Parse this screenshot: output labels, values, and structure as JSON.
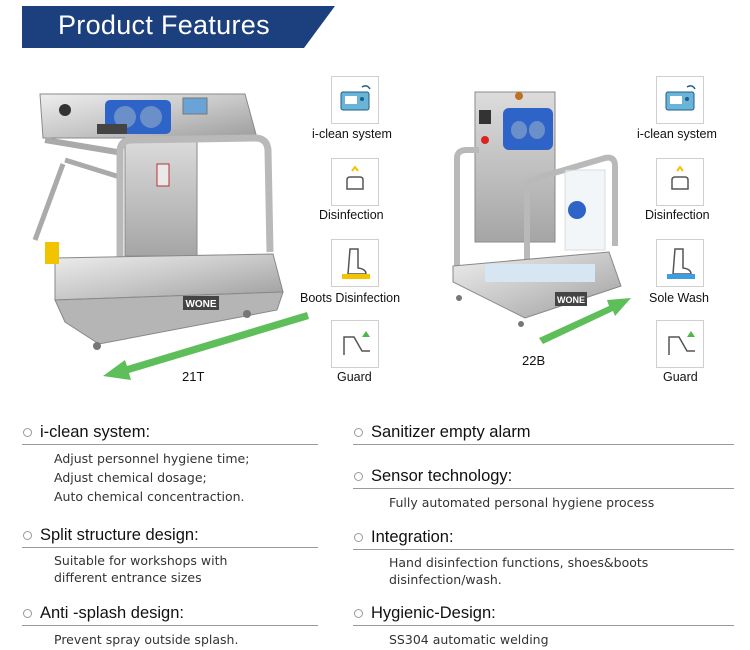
{
  "banner": {
    "title": "Product Features"
  },
  "models": {
    "left": "21T",
    "right": "22B"
  },
  "brand": {
    "left": "WONE",
    "right": "WONE"
  },
  "left_features": [
    {
      "label": "i-clean system",
      "icon": "control-panel-icon"
    },
    {
      "label": "Disinfection",
      "icon": "hand-spray-icon"
    },
    {
      "label": "Boots Disinfection",
      "icon": "boot-icon"
    },
    {
      "label": "Guard",
      "icon": "turnstile-icon"
    }
  ],
  "right_features": [
    {
      "label": "i-clean system",
      "icon": "control-panel-icon"
    },
    {
      "label": "Disinfection",
      "icon": "hand-spray-icon"
    },
    {
      "label": "Sole Wash",
      "icon": "boot-icon"
    },
    {
      "label": "Guard",
      "icon": "turnstile-icon"
    }
  ],
  "sections": {
    "iclean": {
      "title": "i-clean system:",
      "lines": [
        "Adjust personnel hygiene time;",
        "Adjust chemical dosage;",
        "Auto chemical concentraction."
      ]
    },
    "split": {
      "title": "Split structure design:",
      "lines": [
        "Suitable for workshops with",
        "different entrance sizes"
      ]
    },
    "splash": {
      "title": "Anti -splash design:",
      "lines": [
        "Prevent spray outside splash."
      ]
    },
    "alarm": {
      "title": "Sanitizer empty alarm",
      "lines": []
    },
    "sensor": {
      "title": "Sensor technology:",
      "lines": [
        "Fully automated personal hygiene process"
      ]
    },
    "integration": {
      "title": "Integration:",
      "lines": [
        "Hand disinfection functions, shoes&boots",
        "disinfection/wash."
      ]
    },
    "hygienic": {
      "title": "Hygienic-Design:",
      "lines": [
        "SS304 automatic welding"
      ]
    }
  },
  "colors": {
    "banner": "#1c3f7e",
    "arrow_green": "#4cb848",
    "accent_blue": "#2e63c7"
  }
}
